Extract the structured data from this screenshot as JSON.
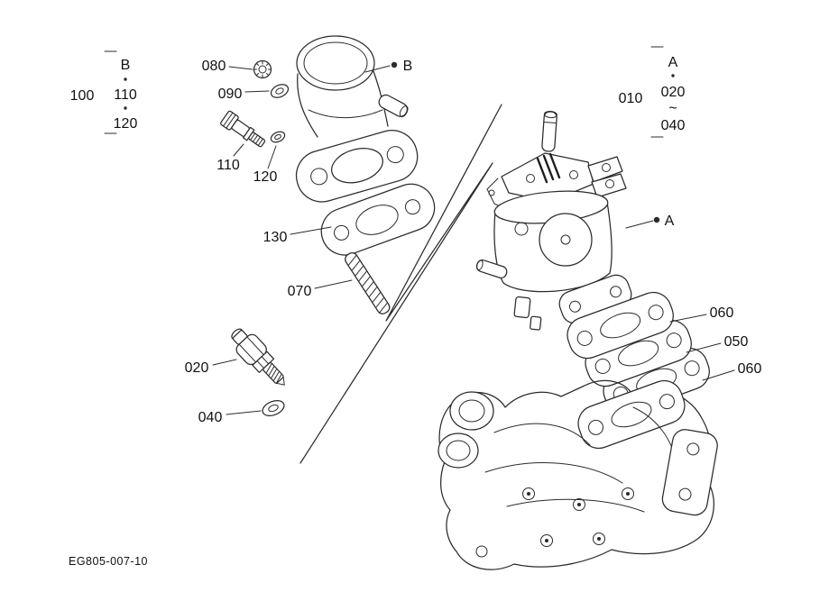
{
  "figure": {
    "drawing_code": "EG805-007-10"
  },
  "left_group": {
    "ref": "100",
    "letter": "B",
    "item1": "110",
    "item2": "120"
  },
  "right_group": {
    "ref": "010",
    "letter": "A",
    "item1": "020",
    "tilde": "~",
    "item2": "040"
  },
  "callouts": {
    "c080": "080",
    "c090": "090",
    "c110": "110",
    "c120": "120",
    "c130": "130",
    "c070": "070",
    "c020": "020",
    "c040": "040",
    "c060_upper": "060",
    "c050": "050",
    "c060_lower": "060",
    "view_b": "B",
    "view_a": "A"
  }
}
